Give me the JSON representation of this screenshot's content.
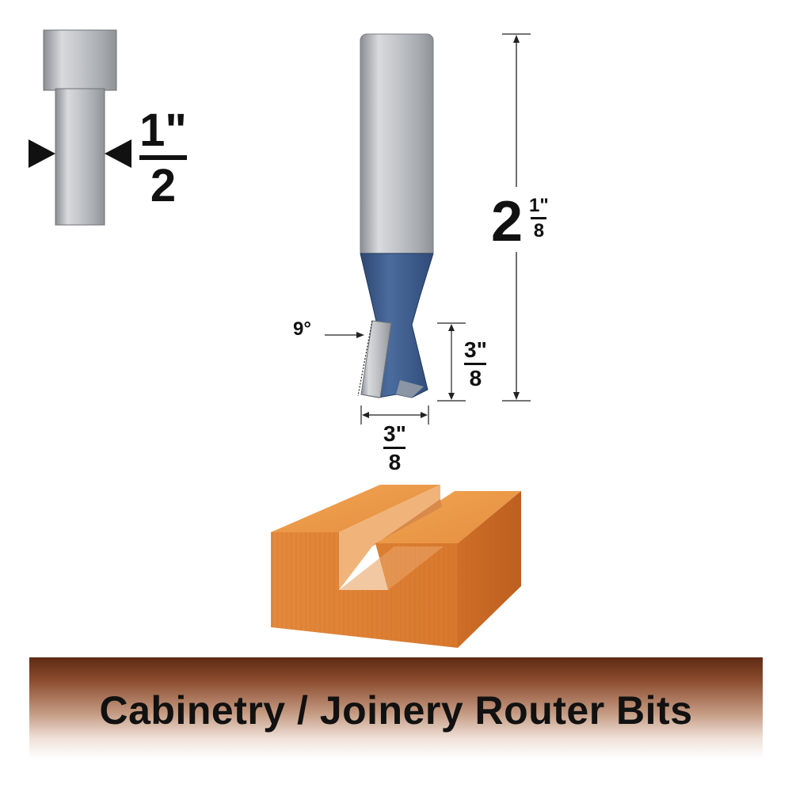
{
  "dimensions": {
    "shank_diameter": {
      "numerator": "1\"",
      "denominator": "2"
    },
    "overall_length": {
      "whole": "2",
      "numerator": "1\"",
      "denominator": "8"
    },
    "angle": "9°",
    "cutting_height": {
      "numerator": "3\"",
      "denominator": "8"
    },
    "cutting_diameter": {
      "numerator": "3\"",
      "denominator": "8"
    }
  },
  "banner": {
    "title": "Cabinetry / Joinery Router Bits"
  },
  "colors": {
    "shank_metal": "#b9bcc0",
    "cutter_blue": "#3f5f8f",
    "wood": "#e0893e",
    "banner_brown": "#6b3119"
  },
  "icons": [
    "shank-diagram-icon",
    "router-bit-illustration",
    "dovetail-wood-block-illustration"
  ]
}
